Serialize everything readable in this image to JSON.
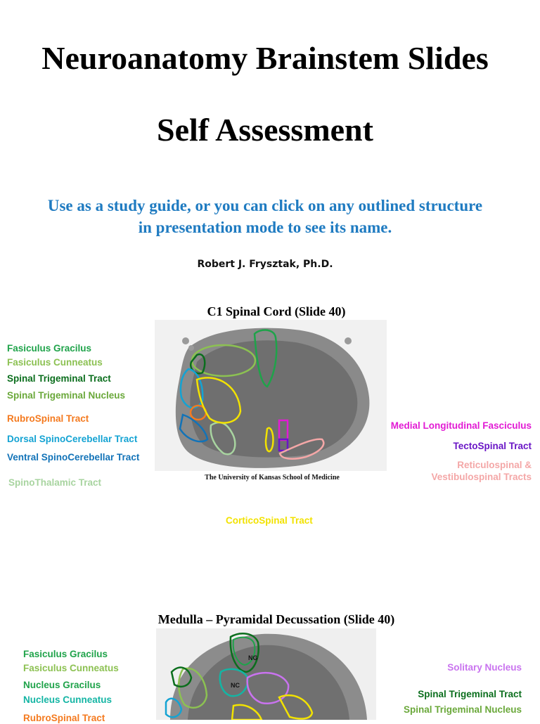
{
  "header": {
    "title_line1": "Neuroanatomy Brainstem Slides",
    "title_line2": "Self Assessment",
    "instructions": "Use as a study guide, or you can click on any outlined structure in presentation mode to see its name.",
    "author": "Robert J. Frysztak, Ph.D."
  },
  "colors": {
    "instruction_blue": "#1f7bc1",
    "fasciculus_gracilis": "#1fa34a",
    "fasciculus_cuneatus": "#8cc152",
    "spinal_trigeminal_tract": "#0b6e1d",
    "spinal_trigeminal_nucleus": "#6aa83a",
    "rubrospinal": "#f47a1f",
    "dorsal_spinocerebellar": "#14a3d3",
    "ventral_spinocerebellar": "#1273b8",
    "spinothalamic": "#a8d4a0",
    "corticospinal": "#f2e200",
    "mlf": "#e21bd4",
    "tectospinal": "#6a16c6",
    "reticulospinal": "#f4a7a7",
    "solitary": "#c973ef"
  },
  "slide1": {
    "title": "C1 Spinal Cord (Slide 40)",
    "caption": "The University of Kansas School of Medicine",
    "left_labels": [
      {
        "text": "Fasiculus Gracilus",
        "color": "#1fa34a"
      },
      {
        "text": "Fasiculus Cunneatus",
        "color": "#8cc152"
      },
      {
        "text": "Spinal Trigeminal Tract",
        "color": "#0b6e1d"
      },
      {
        "text": "Spinal Trigeminal Nucleus",
        "color": "#6aa83a"
      },
      {
        "text": "RubroSpinal Tract",
        "color": "#f47a1f"
      },
      {
        "text": "Dorsal SpinoCerebellar Tract",
        "color": "#14a3d3"
      },
      {
        "text": "Ventral SpinoCerebellar Tract",
        "color": "#1273b8"
      },
      {
        "text": "SpinoThalamic Tract",
        "color": "#a8d4a0"
      }
    ],
    "right_labels": [
      {
        "text": "Medial Longitudinal Fasciculus",
        "color": "#e21bd4"
      },
      {
        "text": "TectoSpinal Tract",
        "color": "#6a16c6"
      },
      {
        "text": "Reticulospinal &",
        "color": "#f4a7a7"
      },
      {
        "text": "Vestibulospinal Tracts",
        "color": "#f4a7a7"
      }
    ],
    "bottom_label": {
      "text": "CorticoSpinal Tract",
      "color": "#f2e200"
    }
  },
  "slide2": {
    "title": "Medulla – Pyramidal Decussation (Slide 40)",
    "left_labels": [
      {
        "text": "Fasiculus Gracilus",
        "color": "#1fa34a"
      },
      {
        "text": "Fasiculus Cunneatus",
        "color": "#8cc152"
      },
      {
        "text": "Nucleus Gracilus",
        "color": "#1fa34a"
      },
      {
        "text": "Nucleus Cunneatus",
        "color": "#14b5a4"
      },
      {
        "text": "RubroSpinal Tract",
        "color": "#f47a1f"
      }
    ],
    "right_labels": [
      {
        "text": "Solitary Nucleus",
        "color": "#c973ef"
      },
      {
        "text": "Spinal Trigeminal Tract",
        "color": "#0b6e1d"
      },
      {
        "text": "Spinal Trigeminal Nucleus",
        "color": "#6aa83a"
      }
    ],
    "image_labels": {
      "ng": "NG",
      "nc": "NC"
    }
  }
}
